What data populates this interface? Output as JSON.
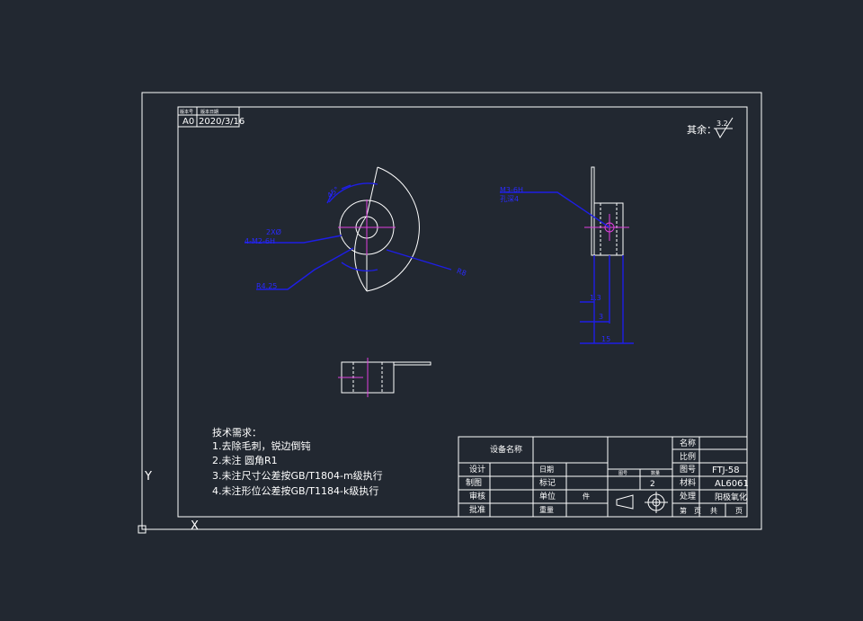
{
  "revision_box": {
    "col1_header": "版本号",
    "col2_header": "版本日期",
    "version": "A0",
    "date": "2020/3/16"
  },
  "surface_note": {
    "label": "其余：",
    "value": "3.2"
  },
  "front_view_dims": {
    "angle": "45°",
    "hole_note_1": "2XØ",
    "hole_note_2": "4-M2-6H",
    "radius_small": "R4.25",
    "radius_large": "R8"
  },
  "side_view_dims": {
    "note_1": "M3-6H",
    "note_2": "孔深4",
    "dim_a": "1.3",
    "dim_b": "3",
    "dim_c": "15"
  },
  "tech_requirements": {
    "title": "技术需求：",
    "lines": [
      "1.去除毛刺，锐边倒钝",
      "2.未注 圆角R1",
      "3.未注尺寸公差按GB/T1804-m级执行",
      "4.未注形位公差按GB/T1184-k级执行"
    ]
  },
  "title_block": {
    "equipment_name": "设备名称",
    "design": "设计",
    "drawing": "制图",
    "review": "审核",
    "approve": "批准",
    "date_label": "日期",
    "mark": "标记",
    "unit": "单位",
    "unit_value": "件",
    "page_label": "图号",
    "quantity_label": "数量",
    "weight_label": "重量",
    "quantity": "2",
    "scale_label": "比例",
    "name_label": "名称",
    "drawing_no_label": "图号",
    "drawing_no": "FTJ-58",
    "material_label": "材料",
    "material": "AL6061",
    "treatment_label": "处理",
    "treatment": "阳极氧化",
    "sheet_1": "第",
    "sheet_2": "页",
    "sheet_3": "共",
    "sheet_4": "页"
  },
  "ucs": {
    "x_label": "X",
    "y_label": "Y"
  },
  "colors": {
    "background": "#222831",
    "line": "#ffffff",
    "dimension": "#1e1ee6",
    "centerline": "#e040e0"
  }
}
